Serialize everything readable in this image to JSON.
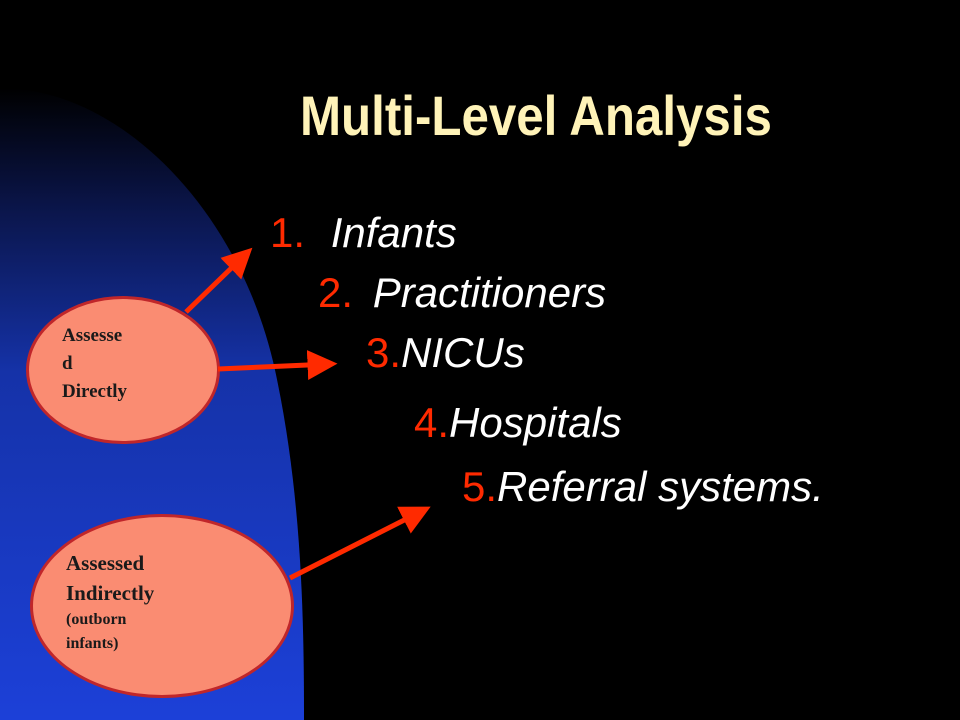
{
  "slide": {
    "title": "Multi-Level Analysis",
    "levels": [
      {
        "number": "1.",
        "label": "Infants"
      },
      {
        "number": "2.",
        "label": "Practitioners"
      },
      {
        "number": "3.",
        "label": "NICUs"
      },
      {
        "number": "4.",
        "label": "Hospitals"
      },
      {
        "number": "5.",
        "label": "Referral systems."
      }
    ],
    "assessed_directly": {
      "line1": "Assesse",
      "line2": "d",
      "line3": "Directly"
    },
    "assessed_indirectly": {
      "line1": "Assessed",
      "line2": "Indirectly",
      "line3": "(outborn",
      "line4": "infants)"
    }
  },
  "colors": {
    "background": "#000000",
    "blue_shape": "#1a3ccf",
    "title": "#FFF3B8",
    "number": "#FF2A00",
    "ellipse_fill": "#FA8C72",
    "ellipse_border": "#C0262A",
    "arrow": "#FF2A00"
  }
}
